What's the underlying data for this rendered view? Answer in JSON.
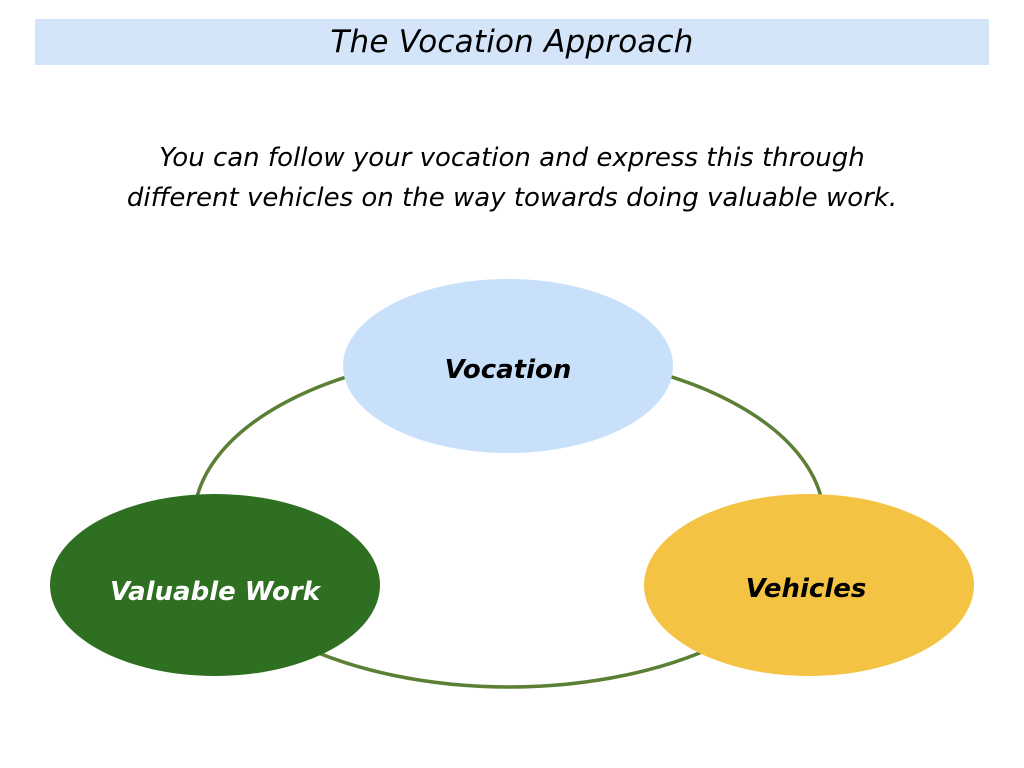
{
  "header": {
    "title": "The Vocation Approach"
  },
  "intro": {
    "line1": "You can follow your vocation and express this through",
    "line2": "different vehicles on the way towards doing valuable work."
  },
  "diagram": {
    "ring_color": "#5a7f35",
    "nodes": [
      {
        "id": "vocation",
        "label": "Vocation",
        "fill": "#c8e0fa",
        "text_color": "#000000"
      },
      {
        "id": "valuable-work",
        "label": "Valuable Work",
        "fill": "#2f6f22",
        "text_color": "#ffffff"
      },
      {
        "id": "vehicles",
        "label": "Vehicles",
        "fill": "#f5c344",
        "text_color": "#000000"
      }
    ]
  }
}
